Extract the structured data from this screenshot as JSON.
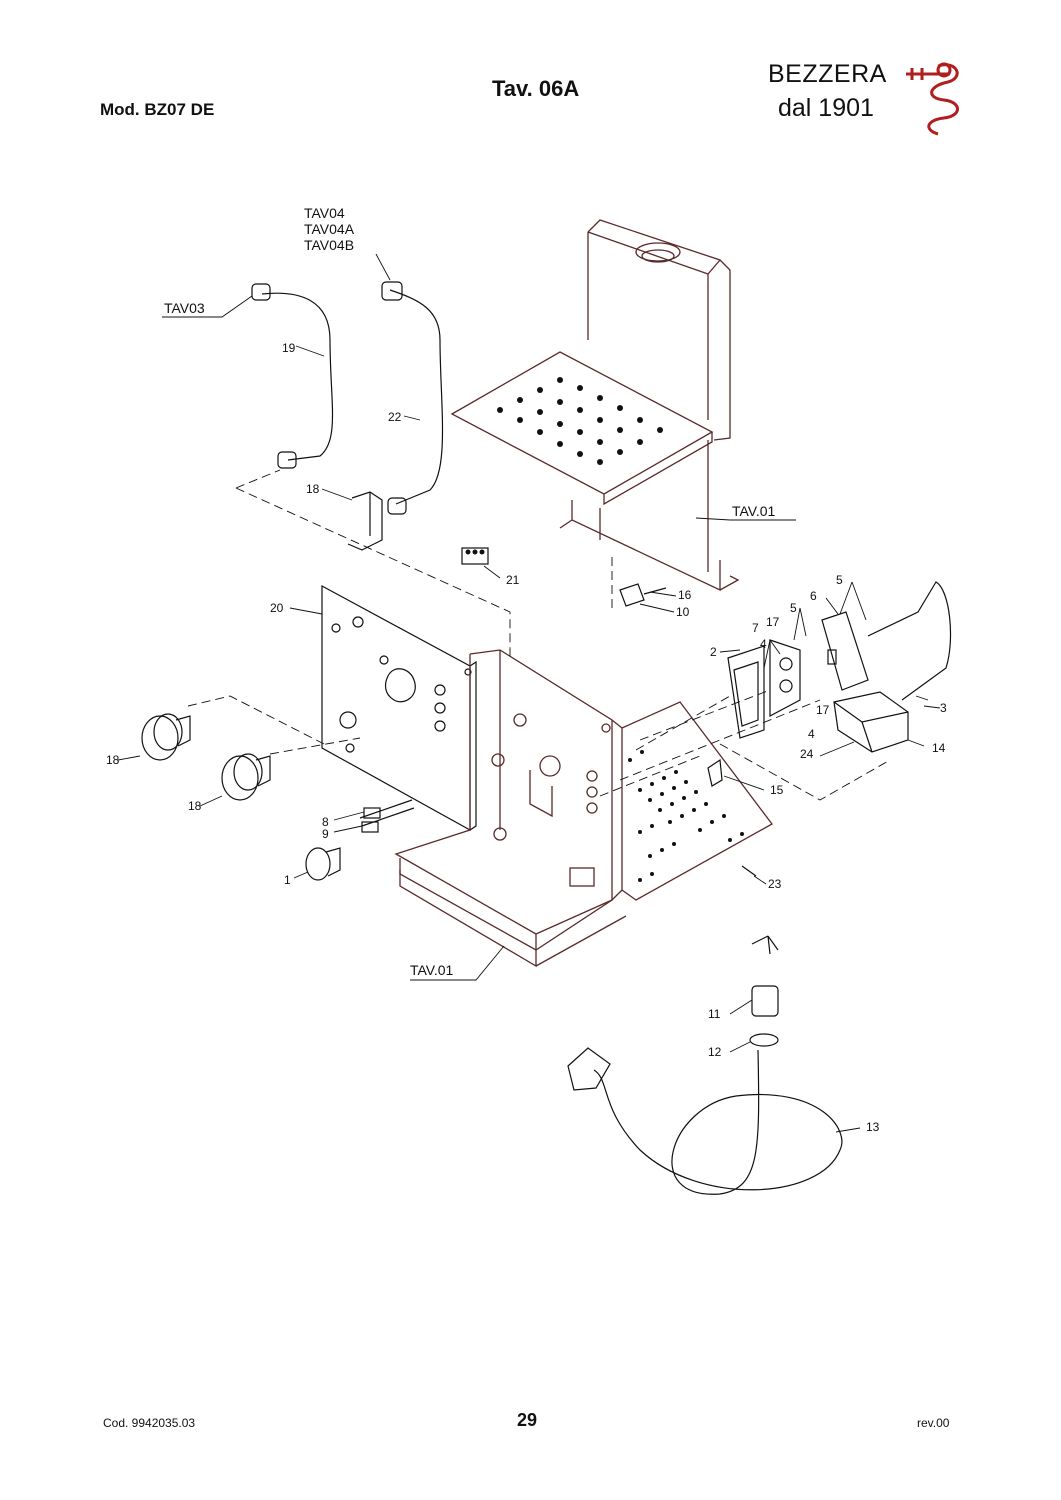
{
  "header": {
    "model": "Mod.  BZ07 DE",
    "table": "Tav. 06A",
    "brand": "BEZZERA",
    "since": "dal 1901",
    "logo_icon": "serpent-logo-icon",
    "logo_color": "#b01e1e"
  },
  "footer": {
    "code": "Cod. 9942035.03",
    "page": "29",
    "revision": "rev.00"
  },
  "refs": {
    "tav04": "TAV04",
    "tav04a": "TAV04A",
    "tav04b": "TAV04B",
    "tav03": "TAV03",
    "tav01_top": "TAV.01",
    "tav01_bottom": "TAV.01"
  },
  "callouts": {
    "c1": "1",
    "c2": "2",
    "c3": "3",
    "c4a": "4",
    "c4b": "4",
    "c5a": "5",
    "c5b": "5",
    "c6": "6",
    "c7": "7",
    "c8": "8",
    "c9": "9",
    "c10": "10",
    "c11": "11",
    "c12": "12",
    "c13": "13",
    "c14": "14",
    "c15": "15",
    "c16": "16",
    "c17a": "17",
    "c17b": "17",
    "c18a": "18",
    "c18b": "18",
    "c18c": "18",
    "c19": "19",
    "c20": "20",
    "c21": "21",
    "c22": "22",
    "c23": "23",
    "c24": "24"
  }
}
